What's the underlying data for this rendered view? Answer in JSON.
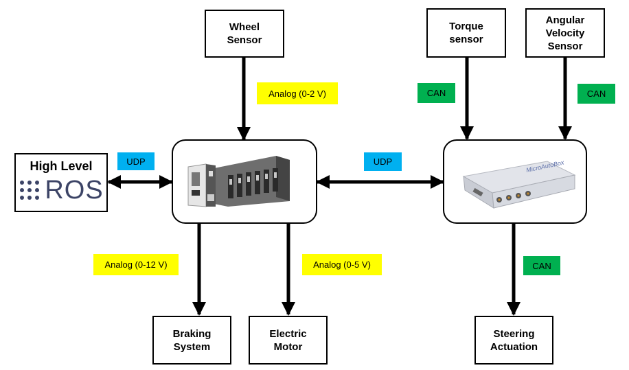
{
  "nodes": {
    "wheel_sensor": "Wheel\nSensor",
    "torque_sensor": "Torque\nsensor",
    "angular_velocity_sensor": "Angular\nVelocity\nSensor",
    "high_level": "High Level",
    "ros_logo": "ROS",
    "braking_system": "Braking\nSystem",
    "electric_motor": "Electric\nMotor",
    "steering_actuation": "Steering\nActuation"
  },
  "hubs": {
    "left_device": "modular controller chassis",
    "right_device": "CAN interface unit",
    "right_device_brand": "MicroAutoBox"
  },
  "labels": {
    "udp_left": "UDP",
    "udp_center": "UDP",
    "analog_wheel": "Analog (0-2 V)",
    "can_torque": "CAN",
    "can_angular": "CAN",
    "analog_braking": "Analog (0-12 V)",
    "analog_motor": "Analog (0-5 V)",
    "can_steering": "CAN"
  },
  "colors": {
    "analog": "#ffff00",
    "udp": "#00b0f0",
    "can": "#00b050",
    "ros_text": "#3c4466"
  }
}
